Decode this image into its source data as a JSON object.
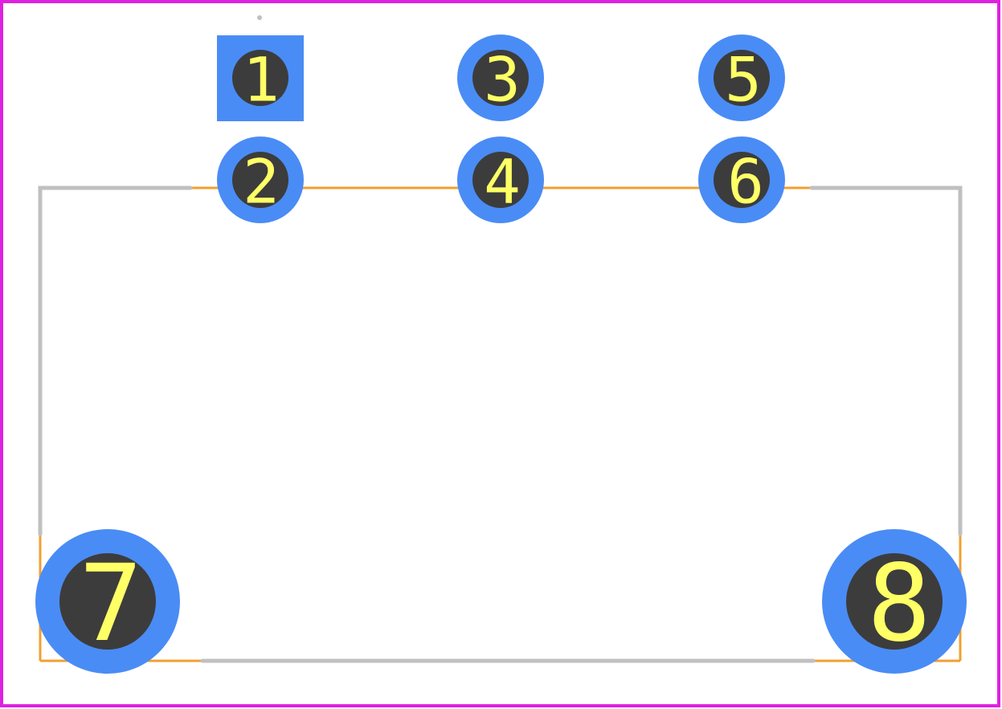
{
  "colors": {
    "border": "#e020e0",
    "silkscreen": "#c0c0c0",
    "courtyard": "#f0a030",
    "pad": "#4a8cf5",
    "drill": "#3c3c3c",
    "label": "#ffff66"
  },
  "pads": [
    {
      "label": "1",
      "shape": "square"
    },
    {
      "label": "2",
      "shape": "round"
    },
    {
      "label": "3",
      "shape": "round"
    },
    {
      "label": "4",
      "shape": "round"
    },
    {
      "label": "5",
      "shape": "round"
    },
    {
      "label": "6",
      "shape": "round"
    },
    {
      "label": "7",
      "shape": "round"
    },
    {
      "label": "8",
      "shape": "round"
    }
  ]
}
